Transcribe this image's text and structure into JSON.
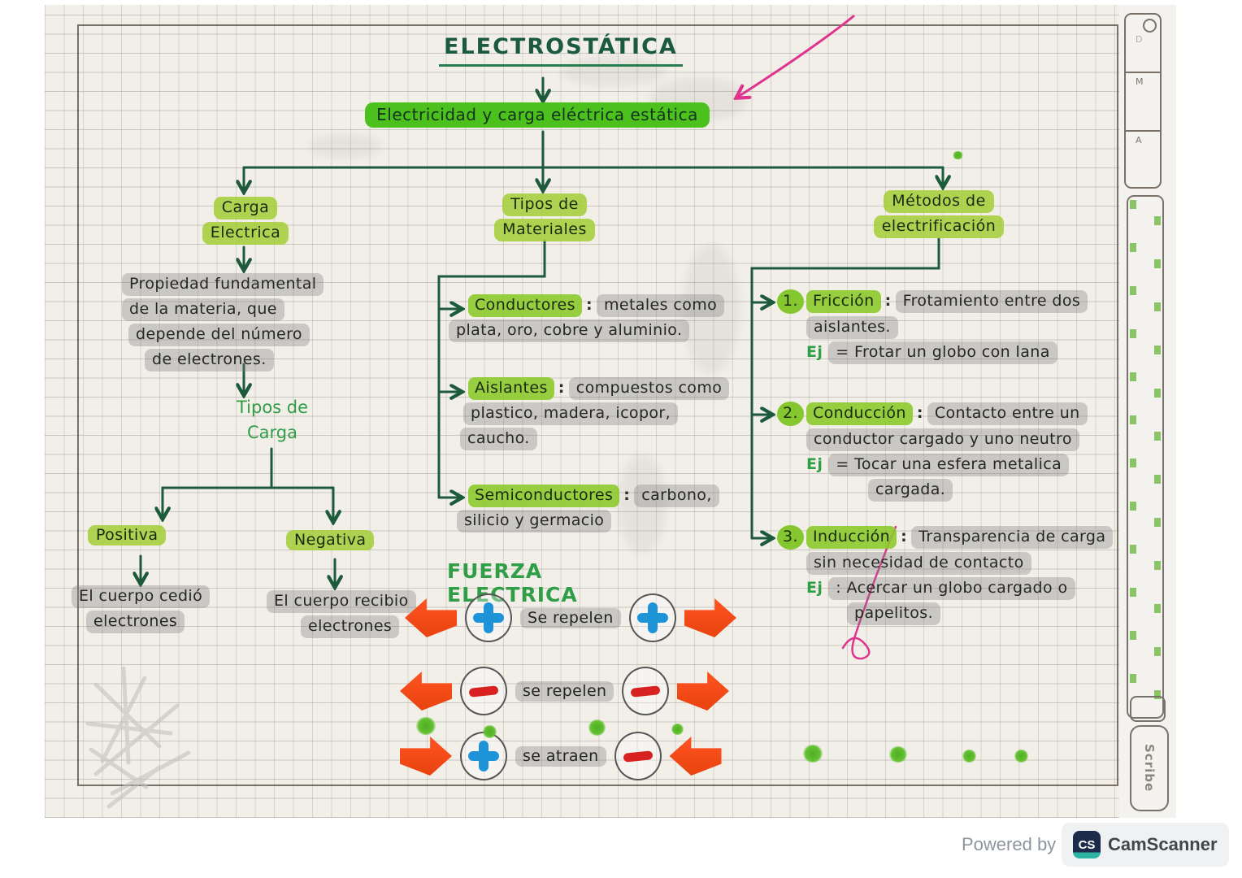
{
  "colors": {
    "dark_green_ink": "#1d5a3c",
    "green_ink": "#2f9e47",
    "highlight_green": "#4cc11e",
    "highlight_lime": "#a3ce36",
    "highlight_gray": "#8a8a8a",
    "black_ink": "#262624",
    "orange_arrow": "#f2491c",
    "blue_plus": "#1f93d8",
    "red_minus": "#d82121",
    "pink_pen": "#e0338f"
  },
  "mindmap": {
    "title": "ELECTROSTÁTICA",
    "root": "Electricidad y carga eléctrica estática",
    "carga": {
      "heading1": "Carga",
      "heading2": "Electrica",
      "description_lines": [
        "Propiedad fundamental",
        "de la materia, que",
        "depende del número",
        "de electrones."
      ],
      "types_heading1": "Tipos de",
      "types_heading2": "Carga",
      "positive": "Positiva",
      "negative": "Negativa",
      "positive_desc_lines": [
        "El cuerpo cedió",
        "electrones"
      ],
      "negative_desc_lines": [
        "El cuerpo recibio",
        "electrones"
      ]
    },
    "materiales": {
      "heading1": "Tipos de",
      "heading2": "Materiales",
      "items": [
        {
          "term": "Conductores",
          "sep": ":",
          "desc_lines": [
            "metales como",
            "plata, oro, cobre y aluminio."
          ]
        },
        {
          "term": "Aislantes",
          "sep": ":",
          "desc_lines": [
            "compuestos como",
            "plastico, madera, icopor,",
            "caucho."
          ]
        },
        {
          "term": "Semiconductores",
          "sep": ":",
          "desc_lines": [
            "carbono,",
            "silicio y germacio"
          ]
        }
      ]
    },
    "metodos": {
      "heading1": "Métodos de",
      "heading2": "electrificación",
      "items": [
        {
          "num": "1.",
          "term": "Fricción",
          "sep": ":",
          "desc_lines": [
            "Frotamiento entre dos",
            "aislantes."
          ],
          "ej": "Ej",
          "example_lines": [
            "= Frotar un globo con lana"
          ]
        },
        {
          "num": "2.",
          "term": "Conducción",
          "sep": ":",
          "desc_lines": [
            "Contacto entre un",
            "conductor cargado y uno neutro"
          ],
          "ej": "Ej",
          "example_lines": [
            "= Tocar una esfera metalica",
            "cargada."
          ]
        },
        {
          "num": "3.",
          "term": "Inducción",
          "sep": ":",
          "desc_lines": [
            "Transparencia de carga",
            "sin necesidad de contacto"
          ],
          "ej": "Ej",
          "example_lines": [
            ": Acercar un globo cargado o",
            "papelitos."
          ]
        }
      ]
    },
    "fuerza": {
      "heading": "FUERZA ELECTRICA",
      "rows": [
        {
          "label": "Se repelen",
          "left": "plus",
          "right": "plus",
          "interaction": "repel"
        },
        {
          "label": "se repelen",
          "left": "minus",
          "right": "minus",
          "interaction": "repel"
        },
        {
          "label": "se atraen",
          "left": "plus",
          "right": "minus",
          "interaction": "attract"
        }
      ]
    }
  },
  "notebook_edge": {
    "date_letters": [
      "D",
      "M",
      "A"
    ],
    "brand": "Scribe"
  },
  "watermark": {
    "powered_by": "Powered by",
    "logo_text": "CS",
    "brand": "CamScanner"
  }
}
